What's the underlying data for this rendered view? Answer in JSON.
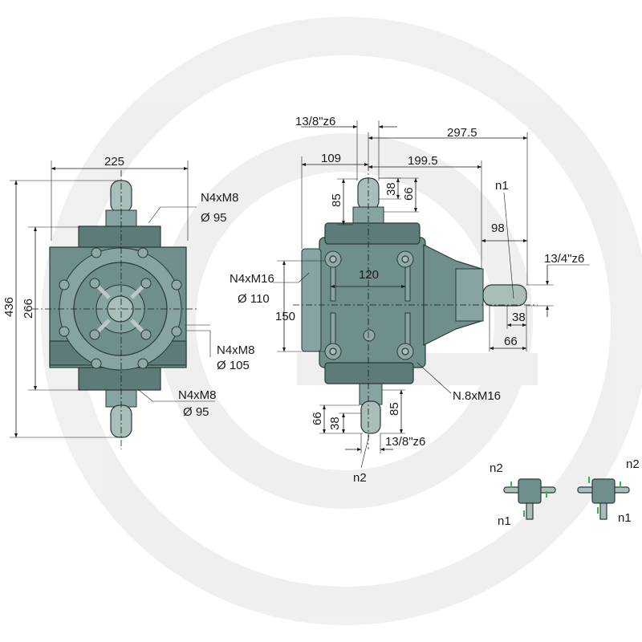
{
  "front": {
    "width": "225",
    "top_bolts": "N4xM8",
    "top_diameter": "Ø 95",
    "side_bolts": "N4xM8",
    "side_diameter": "Ø 105",
    "bottom_bolts": "N4xM8",
    "bottom_diameter": "Ø 95",
    "total_height": "436",
    "flange_height": "266"
  },
  "side": {
    "top_spline": "13/8\"z6",
    "overall_length": "297.5",
    "left_offset": "109",
    "right_offset": "199.5",
    "n1": "n1",
    "d98": "98",
    "right_spline": "13/4\"z6",
    "d38_right": "38",
    "d66_right": "66",
    "d120": "120",
    "input_bolts": "N4xM16",
    "input_diameter": "Ø 110",
    "d150": "150",
    "holes": "N.8xM16",
    "bottom_spline": "13/8\"z6",
    "n2": "n2",
    "d85_top": "85",
    "d38_top": "38",
    "d66_top": "66",
    "d66_bottom": "66",
    "d38_bottom": "38",
    "d85_bottom": "85"
  },
  "schemes": {
    "s1_top": "n2",
    "s1_bottom": "n1",
    "s2_top": "n2",
    "s2_bottom": "n1"
  },
  "colors": {
    "housing": "#6f8f8c",
    "shaft": "#a9bdbb",
    "rotation_marker": "#39b54a"
  }
}
